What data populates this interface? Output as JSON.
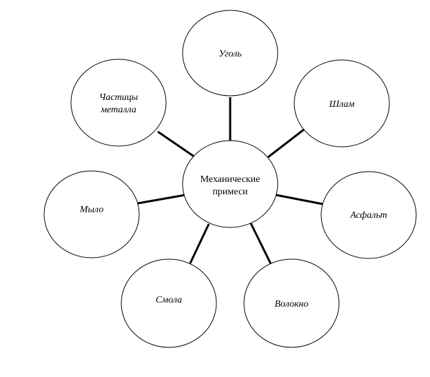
{
  "center": {
    "label_line1": "Механические",
    "label_line2": "примеси"
  },
  "nodes": [
    {
      "id": "coal",
      "line1": "Уголь"
    },
    {
      "id": "sludge",
      "line1": "Шлам"
    },
    {
      "id": "asphalt",
      "line1": "Асфальт"
    },
    {
      "id": "fiber",
      "line1": "Волокно"
    },
    {
      "id": "resin",
      "line1": "Смола"
    },
    {
      "id": "soap",
      "line1": "Мыло"
    },
    {
      "id": "metal-particles",
      "line1": "Частицы",
      "line2": "металла"
    }
  ]
}
